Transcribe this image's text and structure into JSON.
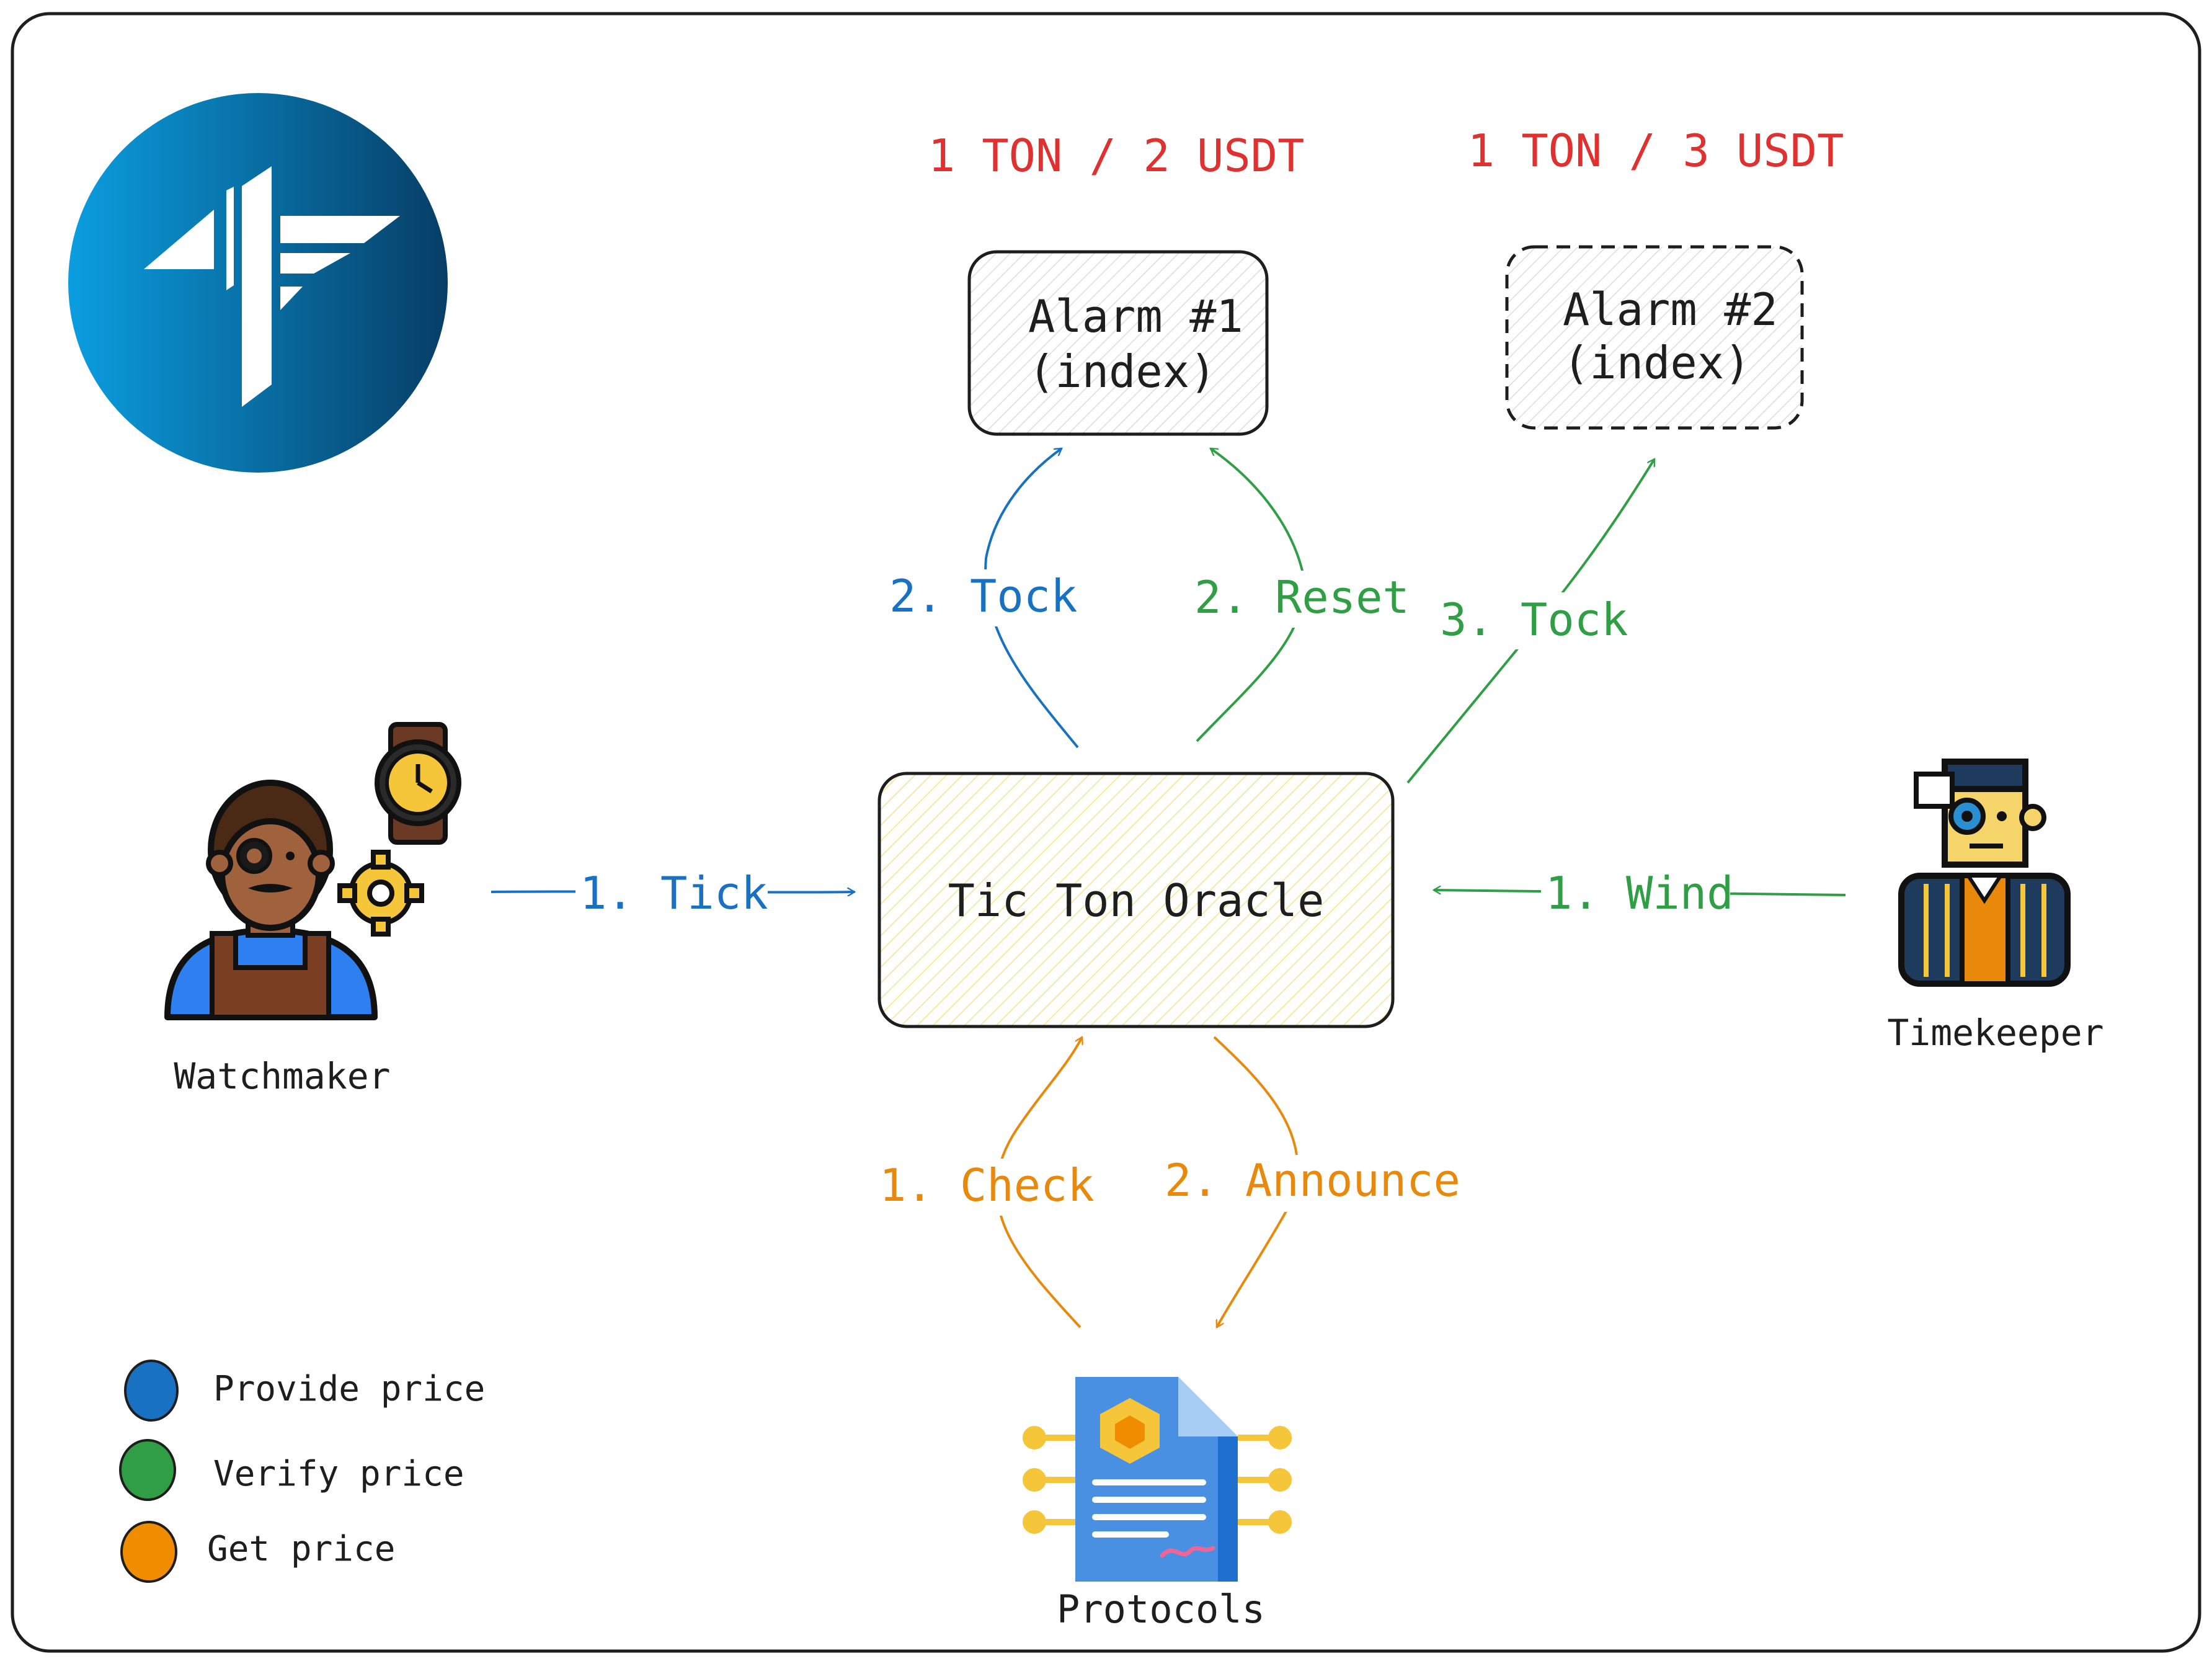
{
  "prices": {
    "alarm1": "1 TON / 2 USDT",
    "alarm2": "1 TON / 3 USDT"
  },
  "alarms": {
    "alarm1": {
      "line1": "Alarm #1",
      "line2": "(index)"
    },
    "alarm2": {
      "line1": "Alarm #2",
      "line2": "(index)"
    }
  },
  "oracle": {
    "label": "Tic Ton Oracle"
  },
  "actors": {
    "watchmaker": "Watchmaker",
    "timekeeper": "Timekeeper",
    "protocols": "Protocols"
  },
  "edges": {
    "tick": "1. Tick",
    "wind": "1. Wind",
    "tock2": "2. Tock",
    "reset": "2. Reset",
    "tock3": "3. Tock",
    "check": "1. Check",
    "announce": "2. Announce"
  },
  "legend": [
    {
      "label": "Provide price",
      "color": "#1971c2"
    },
    {
      "label": "Verify price",
      "color": "#2f9e44"
    },
    {
      "label": "Get price",
      "color": "#f08c00"
    }
  ],
  "colors": {
    "blue": "#1971c2",
    "green": "#2f9e44",
    "orange": "#e8890c",
    "red": "#e03131",
    "stroke": "#1e1e1e",
    "logo_start": "#0a9ee0",
    "logo_end": "#073e66"
  },
  "icons": {
    "logo": "tic-ton-logo",
    "watchmaker": "watchmaker-icon",
    "timekeeper": "timekeeper-icon",
    "protocols": "smart-contract-document-icon"
  }
}
